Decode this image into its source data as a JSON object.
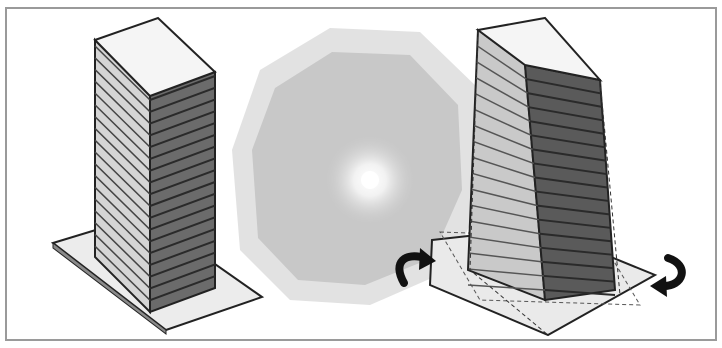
{
  "figure": {
    "panels": [
      {
        "id": "straight-tower",
        "floors": 18
      },
      {
        "id": "twisted-tower",
        "floors": 17,
        "rotation_arrows": 2
      }
    ],
    "colors": {
      "frame": "#9a9a9a",
      "background": "#ffffff",
      "octagon_outer": "#dedede",
      "octagon_inner": "#c9c9c9",
      "glow": "#ffffff",
      "roof": "#f4f4f4",
      "floor_dark": "#5a5a5a",
      "floor_light": "#cfcfcf",
      "slab": "#e9e9e9",
      "outline": "#222222"
    }
  }
}
